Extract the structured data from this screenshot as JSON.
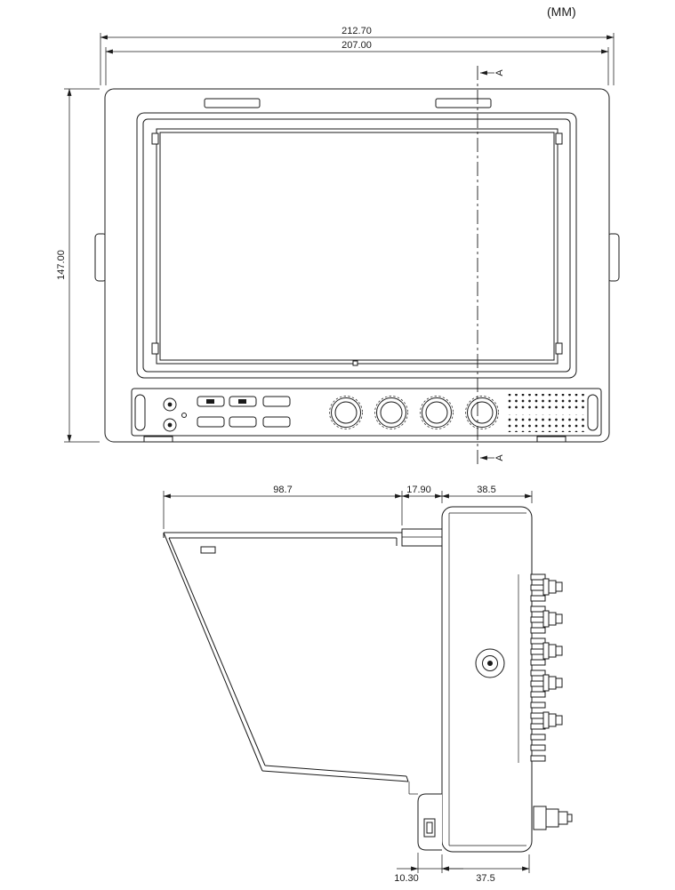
{
  "units_label": "(MM)",
  "colors": {
    "ink": "#1a1a1a",
    "paper": "#ffffff"
  },
  "front_view": {
    "dim_overall_width": "212.70",
    "dim_case_width": "207.00",
    "dim_height": "147.00",
    "section_label": "A"
  },
  "side_view": {
    "dim_hood_depth": "98.7",
    "dim_front_offset": "17.90",
    "dim_body_depth": "38.5",
    "dim_bottom_offset": "10.30",
    "dim_bottom_depth": "37.5"
  }
}
